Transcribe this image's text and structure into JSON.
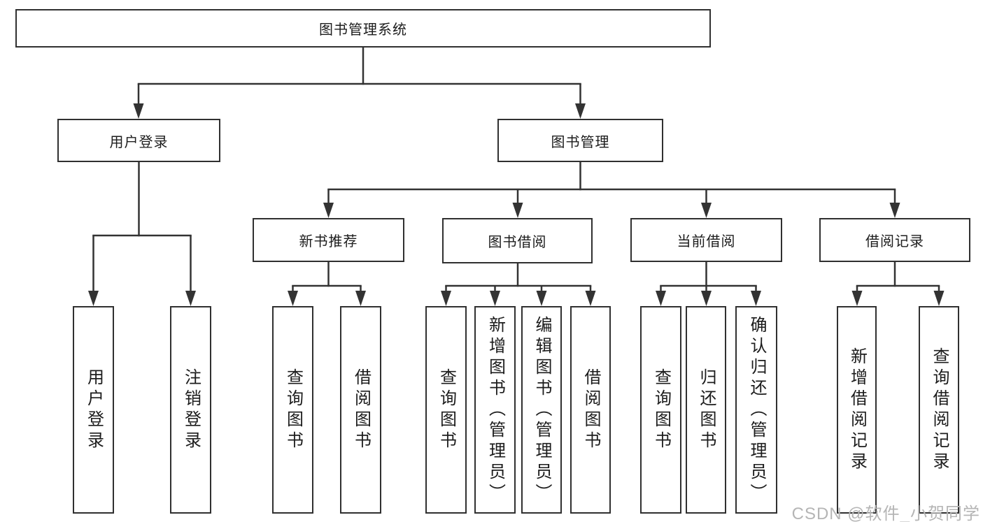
{
  "tree": {
    "root": {
      "label": "图书管理系统"
    },
    "branches": [
      {
        "label": "用户登录",
        "leaves": [
          {
            "label": "用户登录"
          },
          {
            "label": "注销登录"
          }
        ]
      },
      {
        "label": "图书管理",
        "groups": [
          {
            "label": "新书推荐",
            "leaves": [
              {
                "label": "查询图书"
              },
              {
                "label": "借阅图书"
              }
            ]
          },
          {
            "label": "图书借阅",
            "leaves": [
              {
                "label": "查询图书"
              },
              {
                "label": "新增图书（管理员）"
              },
              {
                "label": "编辑图书（管理员）"
              },
              {
                "label": "借阅图书"
              }
            ]
          },
          {
            "label": "当前借阅",
            "leaves": [
              {
                "label": "查询图书"
              },
              {
                "label": "归还图书"
              },
              {
                "label": "确认归还（管理员）"
              }
            ]
          },
          {
            "label": "借阅记录",
            "leaves": [
              {
                "label": "新增借阅记录"
              },
              {
                "label": "查询借阅记录"
              }
            ]
          }
        ]
      }
    ]
  },
  "watermark": {
    "text": "CSDN @软件_小贺同学"
  },
  "colors": {
    "line": "#333333",
    "border": "#303030",
    "text": "#1c1c1c",
    "watermark": "#b5b5b5",
    "background": "#ffffff"
  }
}
